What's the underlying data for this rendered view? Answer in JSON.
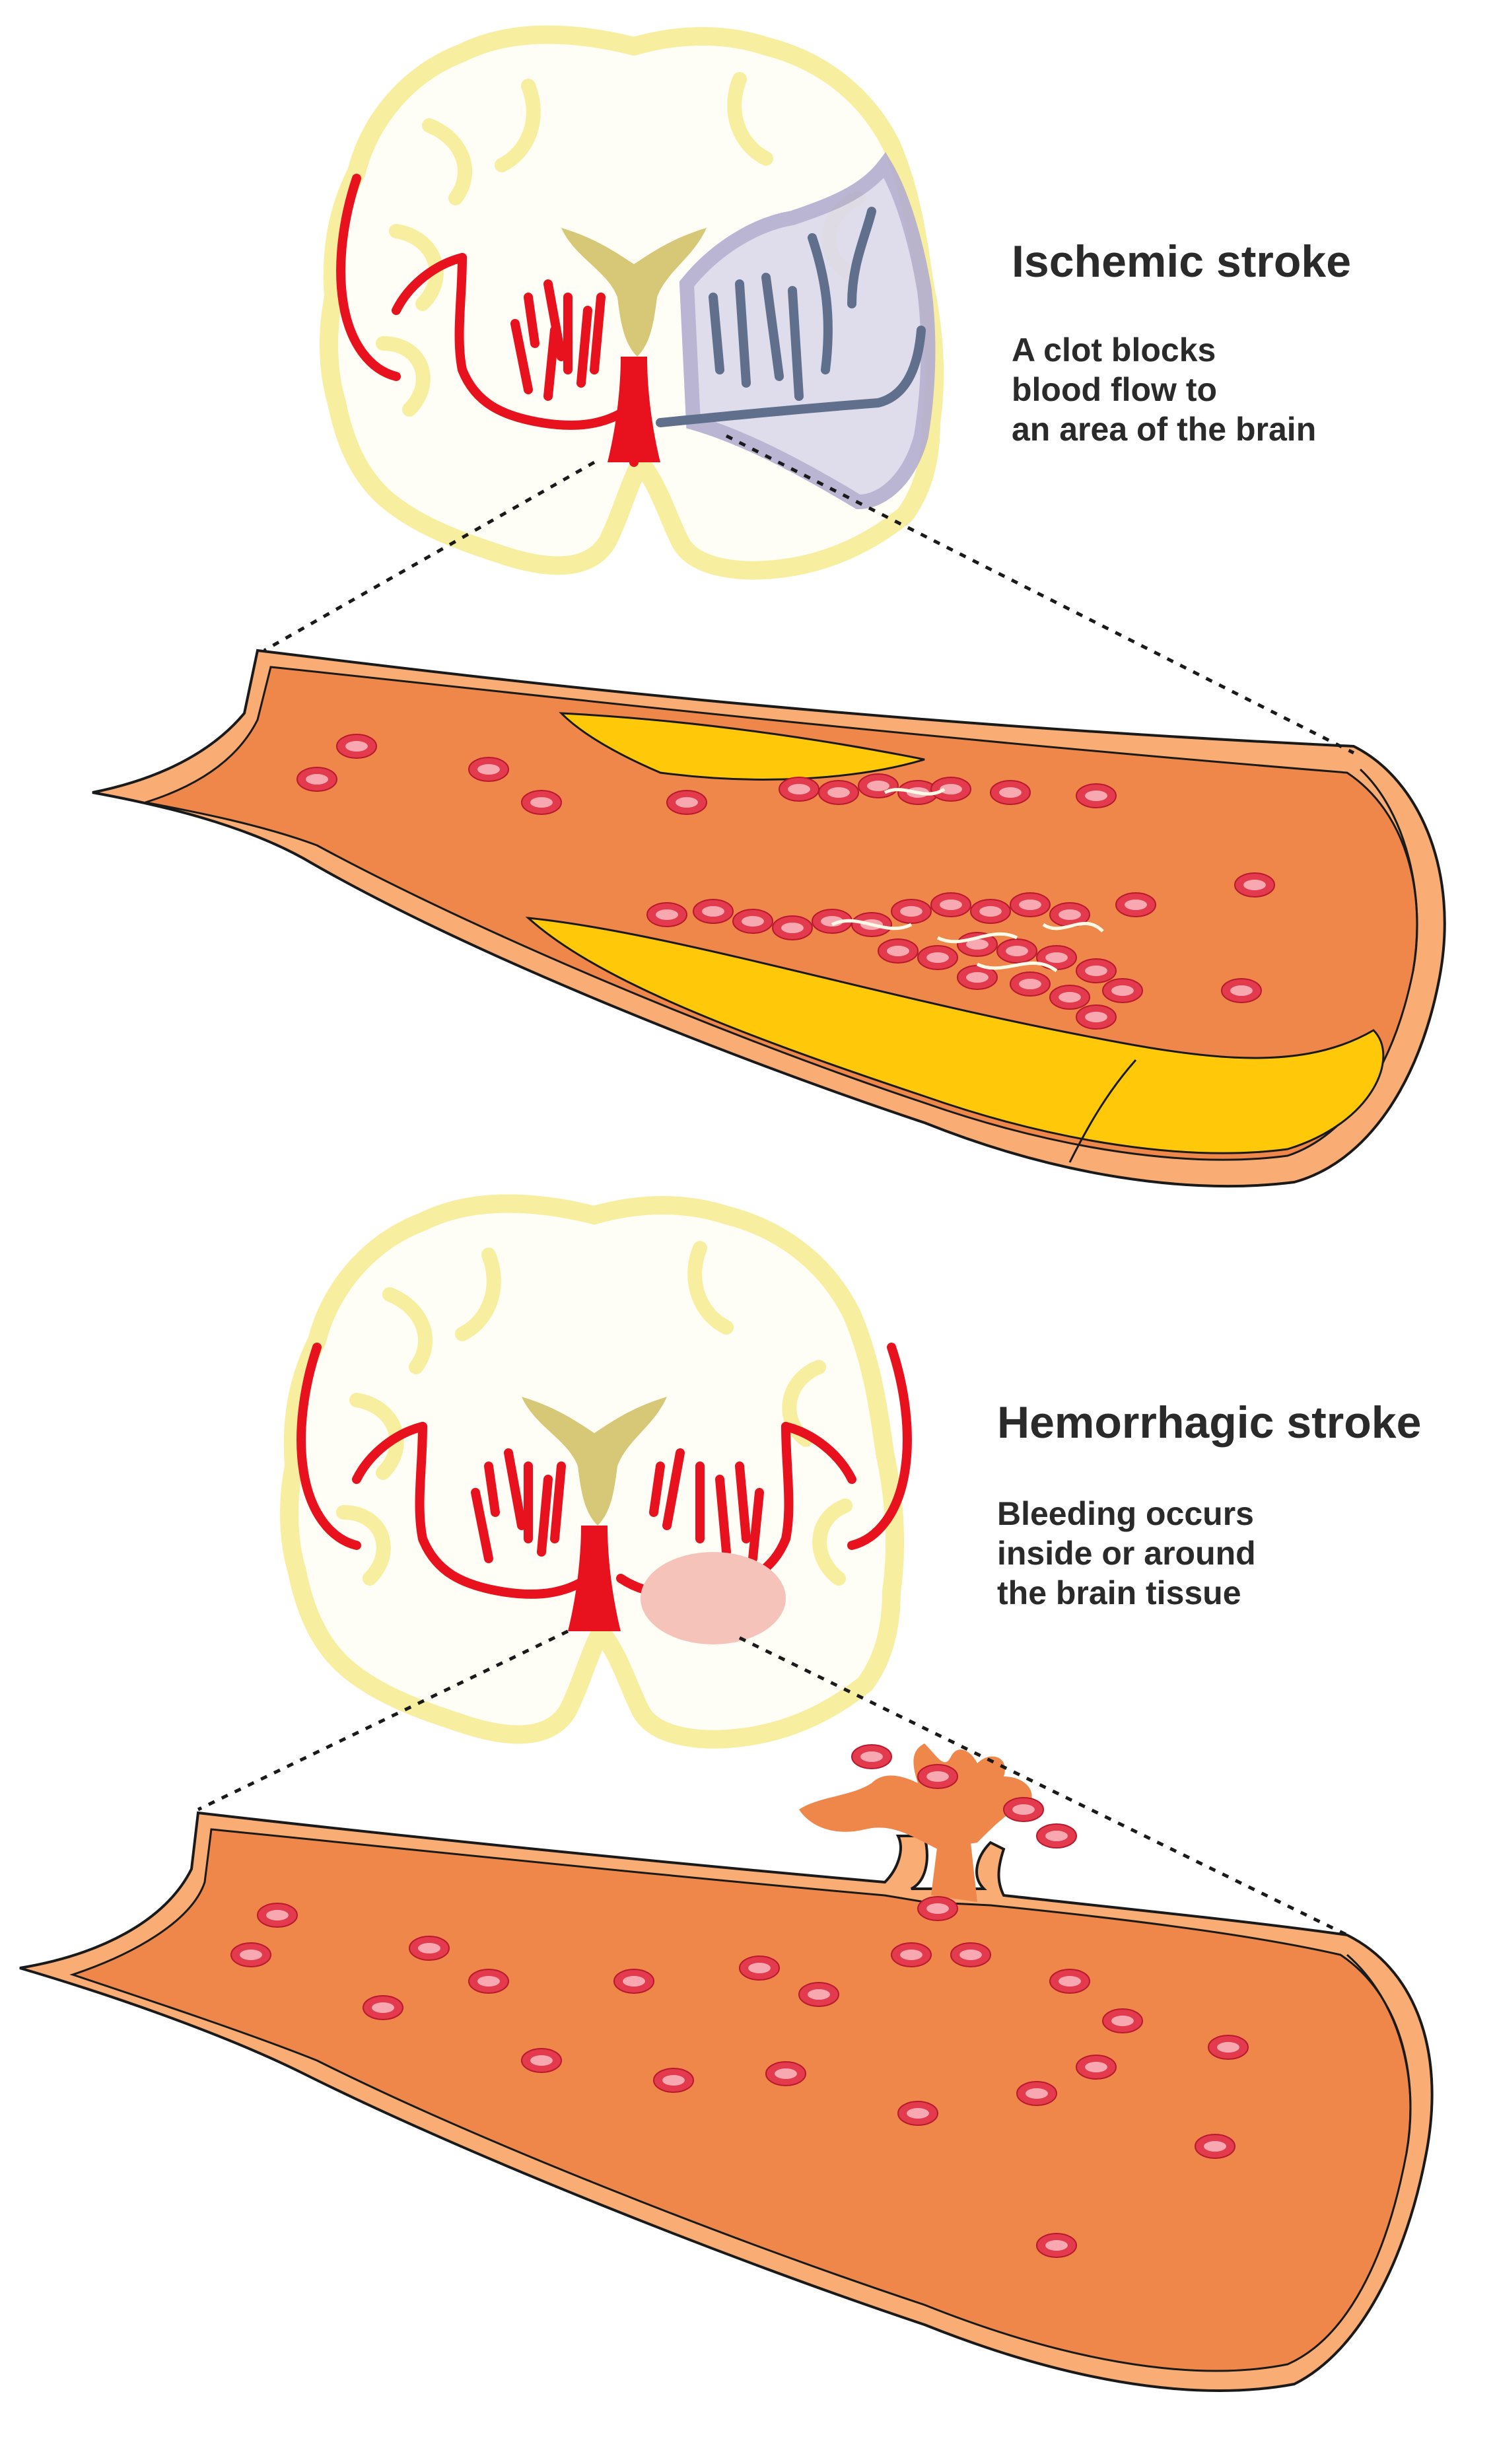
{
  "panels": [
    {
      "id": "ischemic",
      "title": "Ischemic stroke",
      "description": [
        "A clot blocks",
        "blood flow to",
        "an area of the brain"
      ]
    },
    {
      "id": "hemorrhagic",
      "title": "Hemorrhagic stroke",
      "description": [
        "Bleeding occurs",
        "inside or around",
        "the brain tissue"
      ]
    }
  ],
  "colors": {
    "brain_fill": "#fffef6",
    "brain_outline": "#f7ef9f",
    "ventricle": "#d7c878",
    "artery": "#e8121e",
    "blocked_artery": "#5f6f8c",
    "ischemic_area": "#dcd9ec",
    "hemorrhage_area": "#f6c3bb",
    "vessel_lumen": "#f0874a",
    "vessel_wall": "#f9ad74",
    "plaque": "#ffc90a",
    "red_blood_cell": "#e43a4e",
    "fibrin": "#fffbe6"
  }
}
